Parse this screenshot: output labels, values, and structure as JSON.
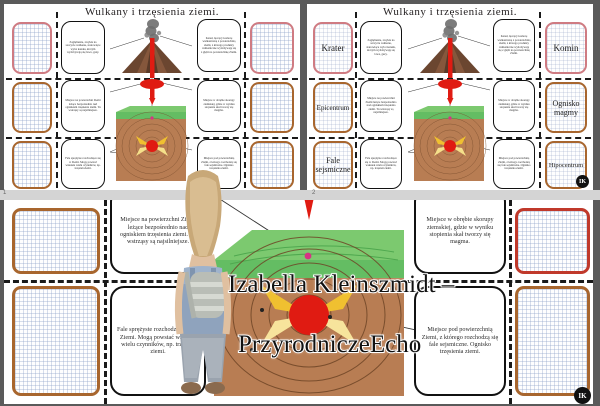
{
  "document": {
    "title": "Wulkany i trzęsienia ziemi.",
    "language": "pl"
  },
  "watermark": {
    "line1": "Izabella Kleinszmidt –",
    "line2": "PrzyrodniczeEcho"
  },
  "logo": {
    "initials": "IK"
  },
  "page_markers": {
    "left": "1",
    "right": "2"
  },
  "descriptions": {
    "krater": "Zagłębienie, zwykle na szczycie wulkanu, stanowiące wylot kanału, którym wydobywają się lawa, gazy.",
    "komin": "Kanał, łączący komorę wulkaniczną z powierzchnią ziemi, z którego produkty wulkaniczne wydobywają się z głębi na powierzchnię Ziemi.",
    "epicentrum": "Miejsce na powierzchni Ziemi leżące bezpośrednio nad ogniskiem trzęsienia ziemi. Tu wstrząsy są najsilniejsze.",
    "ognisko_magmy": "Miejsce w obrębie skorupy ziemskiej, gdzie w wyniku stopienia skał tworzy się magma.",
    "fale_sejsmiczne": "Fale sprężyste rozchodzące się w Ziemi. Mogą powstać wskutek wielu czynników, np. trzęsień ziemi.",
    "hipocentrum": "Miejsce pod powierzchnią Ziemi, z którego rozchodzą się fale sejsmiczne. Ognisko trzęsienia ziemi."
  },
  "labels": {
    "krater": "Krater",
    "komin": "Komin",
    "epicentrum": "Epicentrum",
    "ognisko_magmy": "Ognisko magmy",
    "fale_sejsmiczne": "Fale sejsmiczne",
    "hipocentrum": "Hipocentrum"
  },
  "colors": {
    "accent_red": "#c0392b",
    "accent_brown": "#a8662e",
    "lava": "#e01b12",
    "grass": "#64bd63",
    "soil": "#b87d53",
    "smoke": "#6e6e6e"
  }
}
